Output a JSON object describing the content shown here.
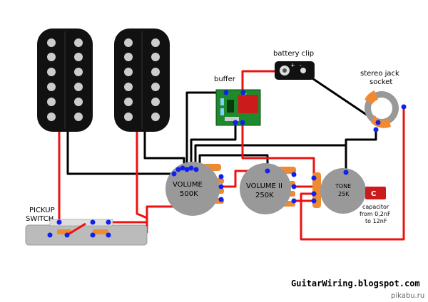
{
  "labels": {
    "battery_clip": "battery clip",
    "battery_plus": "+",
    "battery_minus": "-",
    "buffer": "buffer",
    "buffer_plus": "+",
    "buffer_minus": "-",
    "stereo_jack_line1": "stereo jack",
    "stereo_jack_line2": "socket",
    "volume_line1": "VOLUME",
    "volume_line2": "500K",
    "volume2_line1": "VOLUME II",
    "volume2_line2": "250K",
    "tone_line1": "TONE",
    "tone_line2": "25K",
    "capacitor_symbol": "C",
    "capacitor_line1": "capacitor",
    "capacitor_line2": "from 0,2nF",
    "capacitor_line3": "to 12nF",
    "switch_line1": "PICKUP",
    "switch_line2": "SWITCH",
    "website": "GuitarWiring.blogspot.com",
    "watermark": "pikabu.ru"
  },
  "colors": {
    "wire_hot": "#ee1111",
    "wire_ground": "#000000",
    "solder_point": "#1020ee",
    "pot_body": "#999999",
    "lug": "#f08a30",
    "pickup_body": "#111111",
    "pole_piece": "#cccccc",
    "buffer_board": "#1f8a2c",
    "buffer_chip": "#cc1b1b",
    "capacitor": "#cc1b1b"
  }
}
